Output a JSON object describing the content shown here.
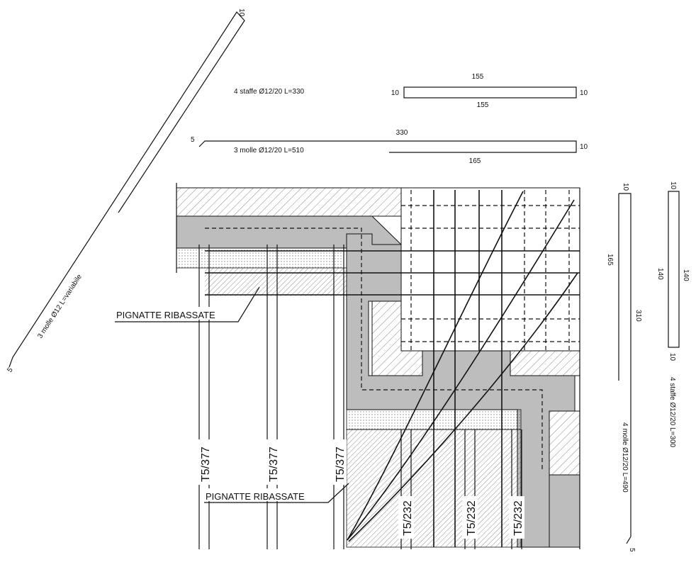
{
  "labels": {
    "stirrups_top": "4 staffe Ø12/20   L=330",
    "springs_top": "3 molle Ø12/20   L=510",
    "springs_diag": "3 molle Ø12  L=variabile",
    "springs_right": "4 molle Ø12/20   L=490",
    "stirrups_right": "4 staffe Ø12/20   L=300",
    "pignatte_1": "PIGNATTE RIBASSATE",
    "pignatte_2": "PIGNATTE RIBASSATE"
  },
  "dimensions": {
    "d155_top": "155",
    "d155_bottom": "155",
    "d10_left": "10",
    "d10_right": "10",
    "d330": "330",
    "d5": "5",
    "d10_long": "10",
    "d165": "165",
    "diag_top": "10",
    "diag_bottom": "5",
    "v10_a": "10",
    "v165": "165",
    "v310": "310",
    "v5": "5",
    "v10_b": "10",
    "v140_a": "140",
    "v140_b": "140",
    "v10_c": "10"
  },
  "beams": {
    "t1": "T5/377",
    "t2": "T5/377",
    "t3": "T5/377",
    "t4": "T5/232",
    "t5": "T5/232",
    "t6": "T5/232"
  }
}
